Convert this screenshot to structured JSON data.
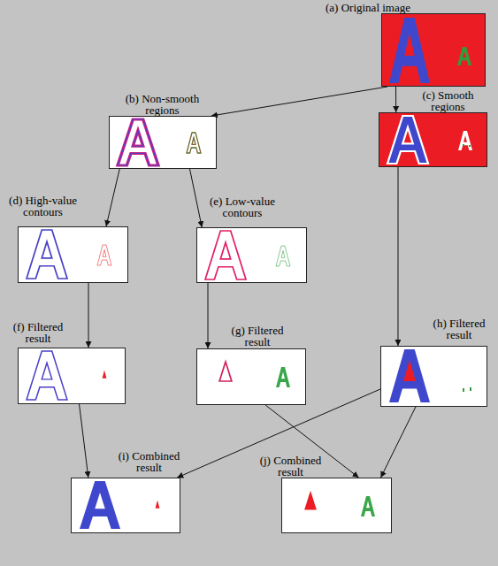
{
  "diagram": {
    "nodes": [
      {
        "text": [
          "(a) Original image"
        ]
      },
      {
        "text": [
          "(b) Non-smooth regions"
        ]
      },
      {
        "text": [
          "(c) Smooth regions"
        ]
      },
      {
        "text": [
          "(d) High-value contours"
        ]
      },
      {
        "text": [
          "(e) Low-value contours"
        ]
      },
      {
        "text": [
          "(f) Filtered result"
        ]
      },
      {
        "text": [
          "(g) Filtered result"
        ]
      },
      {
        "text": [
          "(h) Filtered result"
        ]
      },
      {
        "text": [
          "(i) Combined result"
        ]
      },
      {
        "text": [
          "(j) Combined result"
        ]
      }
    ],
    "edges": [
      {
        "from": 0,
        "to": 1,
        "arrow": "to"
      },
      {
        "from": 0,
        "to": 2,
        "arrow": "to"
      },
      {
        "from": 1,
        "to": 3,
        "arrow": "to"
      },
      {
        "from": 1,
        "to": 4,
        "arrow": "to"
      },
      {
        "from": 3,
        "to": 5,
        "arrow": "to"
      },
      {
        "from": 4,
        "to": 6,
        "arrow": "to"
      },
      {
        "from": 2,
        "to": 7,
        "arrow": "to"
      },
      {
        "from": 5,
        "to": 8,
        "arrow": "to"
      },
      {
        "from": 7,
        "to": 8,
        "arrow": "to"
      },
      {
        "from": 6,
        "to": 9,
        "arrow": "to"
      },
      {
        "from": 7,
        "to": 9,
        "arrow": "to"
      }
    ]
  }
}
